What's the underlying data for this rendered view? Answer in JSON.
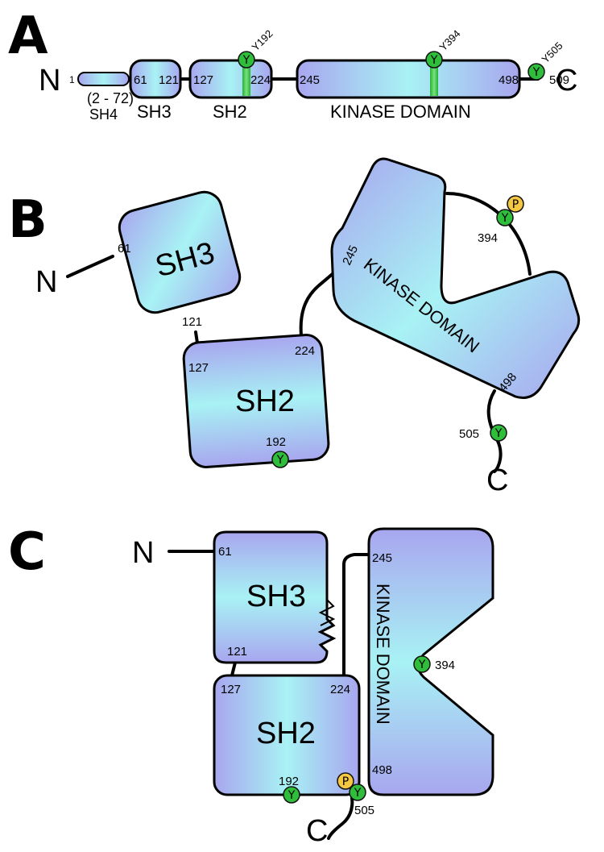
{
  "panels": {
    "a": "A",
    "b": "B",
    "c": "C"
  },
  "termini": {
    "n": "N",
    "c": "C"
  },
  "domains": {
    "sh4": "SH4",
    "sh4_range": "(2 - 72)",
    "sh3": "SH3",
    "sh2": "SH2",
    "kinase": "KINASE DOMAIN"
  },
  "residues": {
    "r1": "1",
    "r61": "61",
    "r121": "121",
    "r127": "127",
    "r224": "224",
    "r245": "245",
    "r498": "498",
    "r509": "509",
    "s192": "192",
    "s394": "394",
    "s505": "505"
  },
  "sites": {
    "y192": "Y192",
    "y394": "Y394",
    "y505": "Y505"
  },
  "markers": {
    "tyrosine": "Y",
    "phospho": "P"
  },
  "colors": {
    "domain_cyan": "#a8f2f4",
    "domain_violet": "#a8a6ef",
    "tyrosine_green": "#2fbe3c",
    "phospho_yellow": "#f5c842",
    "stripe_green": "#22b432"
  }
}
